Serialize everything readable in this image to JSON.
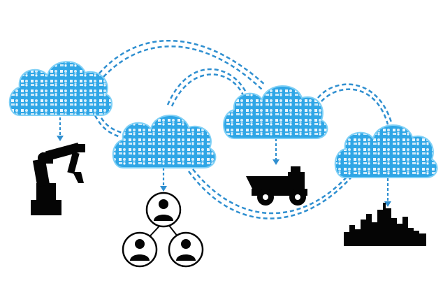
{
  "colors": {
    "cloud": "#2fa6e6",
    "cloud_light": "#7fd0f6",
    "connector": "#2f8fd0",
    "silhouette": "#050505",
    "background": "#ffffff"
  },
  "clouds": [
    {
      "id": "cloud-1",
      "icon": "app-icons-cloud"
    },
    {
      "id": "cloud-2",
      "icon": "app-icons-cloud"
    },
    {
      "id": "cloud-3",
      "icon": "app-icons-cloud"
    },
    {
      "id": "cloud-4",
      "icon": "app-icons-cloud"
    }
  ],
  "targets": [
    {
      "id": "robot-arm",
      "icon": "industrial-robot-arm-icon"
    },
    {
      "id": "people-network",
      "icon": "people-network-icon"
    },
    {
      "id": "mining-truck",
      "icon": "mining-truck-icon"
    },
    {
      "id": "city-skyline",
      "icon": "city-skyline-icon"
    }
  ]
}
